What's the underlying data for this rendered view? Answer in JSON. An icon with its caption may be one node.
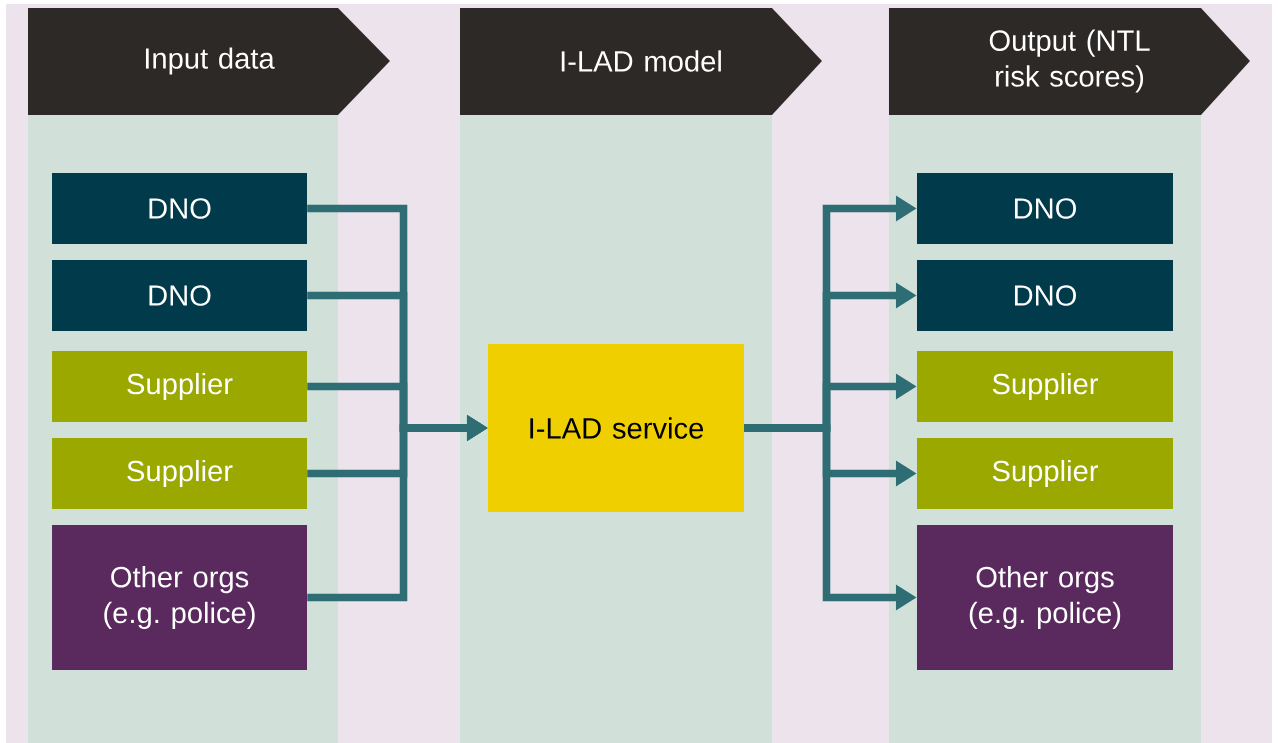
{
  "diagram": {
    "nodes": [
      {
        "text": [
          "Input data"
        ]
      },
      {
        "text": [
          "I-LAD model"
        ]
      },
      {
        "text": [
          "Output (NTL risk scores)"
        ]
      },
      {
        "text": [
          "DNO"
        ]
      },
      {
        "text": [
          "DNO"
        ]
      },
      {
        "text": [
          "Supplier"
        ]
      },
      {
        "text": [
          "Supplier"
        ]
      },
      {
        "text": [
          "Other orgs (e.g. police)"
        ]
      },
      {
        "text": [
          "I-LAD service"
        ]
      },
      {
        "text": [
          "DNO"
        ]
      },
      {
        "text": [
          "DNO"
        ]
      },
      {
        "text": [
          "Supplier"
        ]
      },
      {
        "text": [
          "Supplier"
        ]
      },
      {
        "text": [
          "Other orgs (e.g. police)"
        ]
      }
    ],
    "edges": [
      {
        "from": 3,
        "to": 8,
        "arrow": "to"
      },
      {
        "from": 4,
        "to": 8,
        "arrow": "to"
      },
      {
        "from": 5,
        "to": 8,
        "arrow": "to"
      },
      {
        "from": 6,
        "to": 8,
        "arrow": "to"
      },
      {
        "from": 7,
        "to": 8,
        "arrow": "to"
      },
      {
        "from": 8,
        "to": 9,
        "arrow": "to"
      },
      {
        "from": 8,
        "to": 10,
        "arrow": "to"
      },
      {
        "from": 8,
        "to": 11,
        "arrow": "to"
      },
      {
        "from": 8,
        "to": 12,
        "arrow": "to"
      },
      {
        "from": 8,
        "to": 13,
        "arrow": "to"
      }
    ]
  }
}
